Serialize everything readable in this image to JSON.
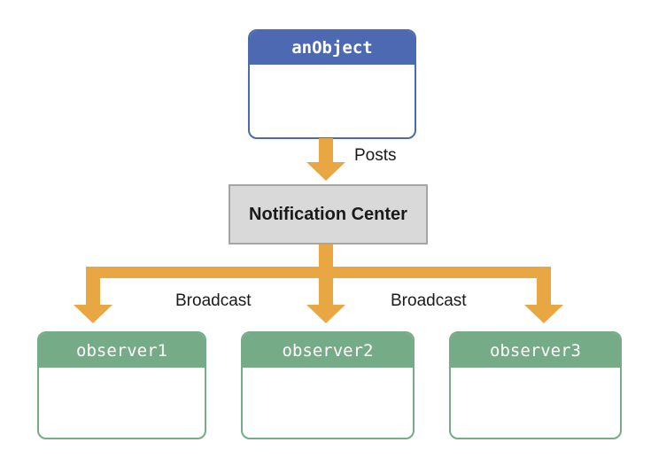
{
  "diagram": {
    "poster": {
      "label": "anObject"
    },
    "center": {
      "label": "Notification Center"
    },
    "observers": [
      {
        "label": "observer1"
      },
      {
        "label": "observer2"
      },
      {
        "label": "observer3"
      }
    ],
    "edges": {
      "posts_label": "Posts",
      "broadcast_labels": [
        "Broadcast",
        "Broadcast"
      ]
    },
    "colors": {
      "object_blue": "#4D69B1",
      "observer_green": "#75AB86",
      "arrow_orange": "#E9A743",
      "center_fill": "#D9D9D9",
      "center_border": "#A5A5A5",
      "text_dark": "#1A1A1A"
    }
  }
}
